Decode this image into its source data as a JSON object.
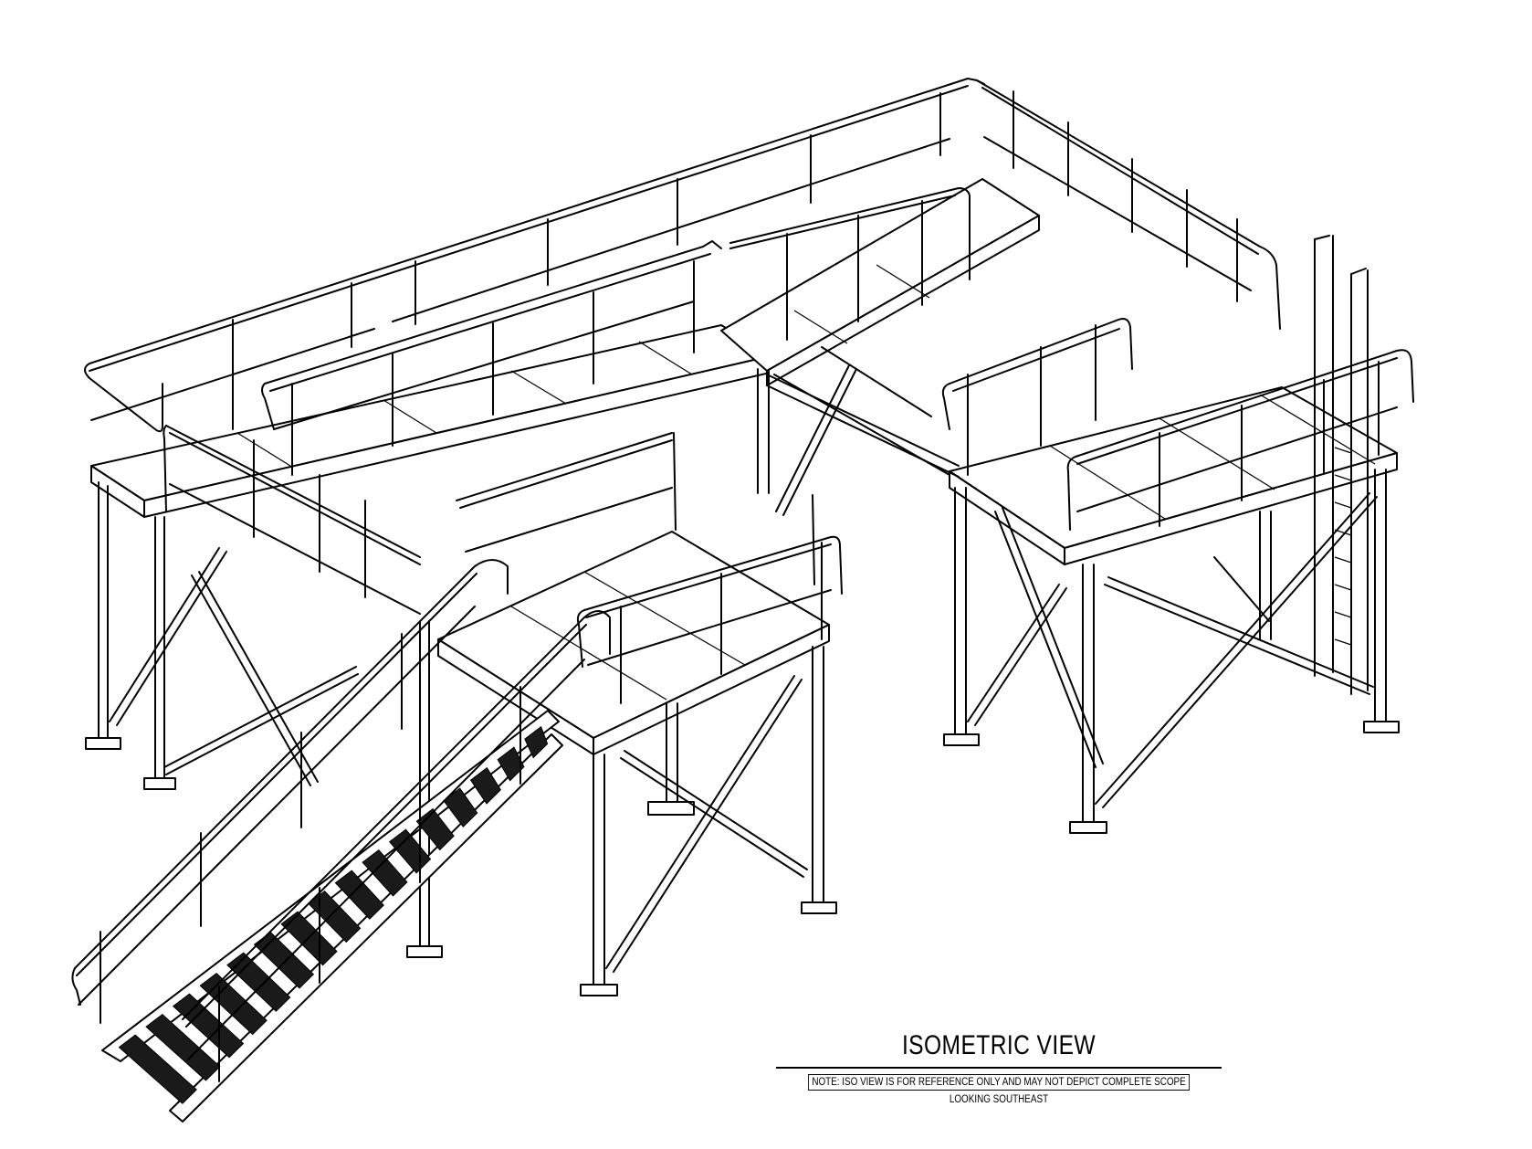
{
  "drawing": {
    "title": "ISOMETRIC VIEW",
    "note": "NOTE: ISO VIEW IS FOR REFERENCE ONLY AND MAY NOT DEPICT COMPLETE SCOPE",
    "view_direction": "LOOKING SOUTHEAST"
  },
  "colors": {
    "line": "#000000",
    "background": "#ffffff"
  }
}
